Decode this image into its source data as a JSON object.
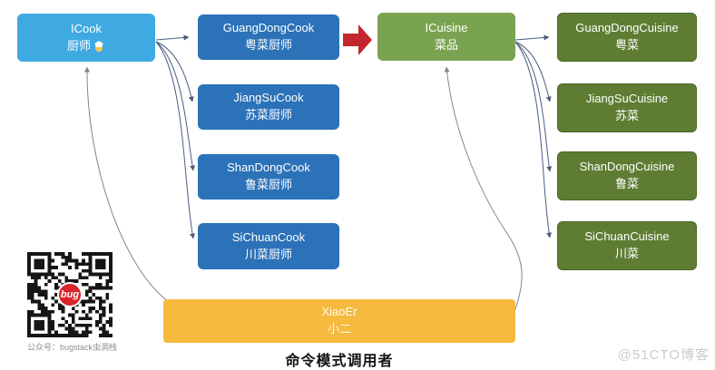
{
  "diagram": {
    "caption": "命令模式调用者",
    "cook_interface": {
      "name": "ICook",
      "label": "厨师",
      "icon": "chef-emoji"
    },
    "cooks": [
      {
        "name": "GuangDongCook",
        "label": "粤菜厨师"
      },
      {
        "name": "JiangSuCook",
        "label": "苏菜厨师"
      },
      {
        "name": "ShanDongCook",
        "label": "鲁菜厨师"
      },
      {
        "name": "SiChuanCook",
        "label": "川菜厨师"
      }
    ],
    "cuisine_interface": {
      "name": "ICuisine",
      "label": "菜品"
    },
    "cuisines": [
      {
        "name": "GuangDongCuisine",
        "label": "粤菜"
      },
      {
        "name": "JiangSuCuisine",
        "label": "苏菜"
      },
      {
        "name": "ShanDongCuisine",
        "label": "鲁菜"
      },
      {
        "name": "SiChuanCuisine",
        "label": "川菜"
      }
    ],
    "invoker": {
      "name": "XiaoEr",
      "label": "小二"
    }
  },
  "qr": {
    "caption": "公众号：bugstack虫洞栈",
    "logo_text": "bug"
  },
  "watermark": "@51CTO博客",
  "colors": {
    "cook_interface": "#3fa9e1",
    "cook_impl": "#2b72b8",
    "cuisine_interface": "#7aa351",
    "cuisine_impl": "#5e7d33",
    "invoker": "#f6ba3f",
    "transition_arrow": "#c1272d",
    "connector": "#4a5d7e",
    "invoker_connector": "#7d8694"
  }
}
